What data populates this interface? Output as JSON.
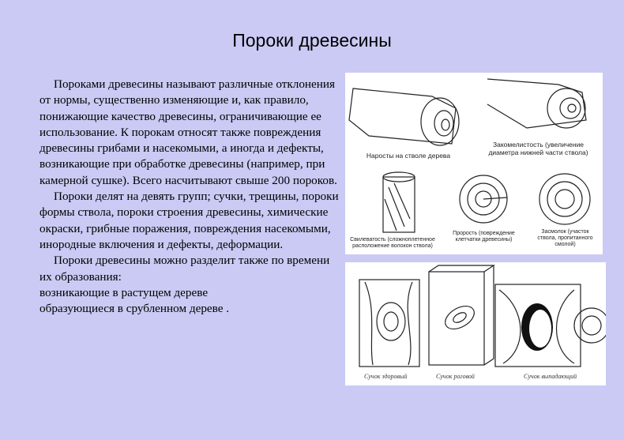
{
  "title": "Пороки древесины",
  "paragraphs": [
    "Пороками древесины называют различные отклонения от нормы, существенно изменяющие и, как правило, понижающие качество древесины, ограничивающие ее использование. К порокам относят также повреждения древесины грибами и насекомыми, а иногда и дефекты, возникающие при обработке древесины (например, при камерной сушке). Всего насчитывают свыше 200 пороков.",
    "Пороки делят на девять групп; сучки, трещины, пороки формы ствола, пороки строения древесины, химические окраски, грибные поражения, повреждения насекомыми, инородные включения и дефекты, деформации.",
    "Пороки древесины можно разделит  также по времени их образования:",
    "возникающие в растущем дереве",
    "образующиеся в срубленном дереве ."
  ],
  "figure1": {
    "captions": [
      "Наросты на стволе дерева",
      "Закомелистость (увеличение диаметра нижней части ствола)",
      "Свилеватость (сложноплетенное расположение волокон ствола)",
      "Прорость (повреждение клетчатки древесины)",
      "Засмолок (участок ствола, пропитанного смолой)"
    ]
  },
  "figure2": {
    "captions": [
      "Сучок здоровый",
      "Сучок роговой",
      "Сучок выпадающий"
    ]
  }
}
